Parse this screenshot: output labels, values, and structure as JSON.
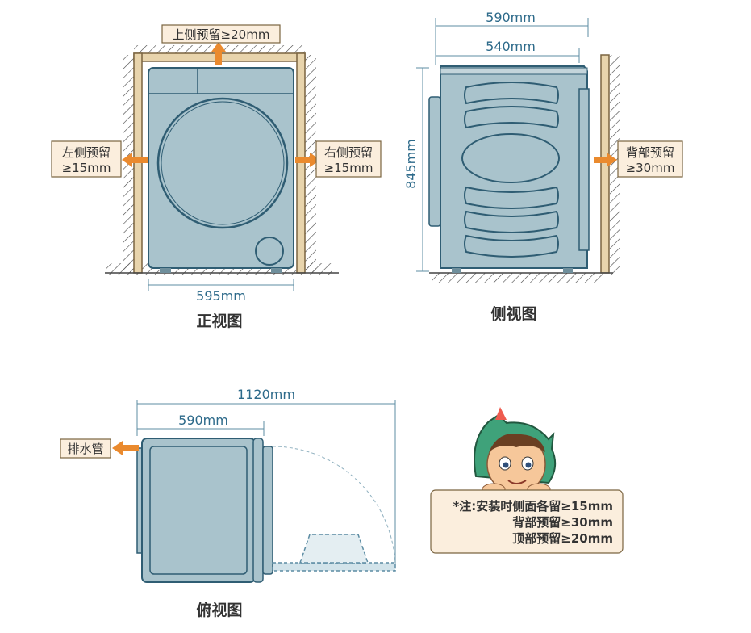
{
  "colors": {
    "machine_fill": "#a9c3cc",
    "machine_stroke": "#2f5d73",
    "wall_fill": "#e8d4ac",
    "wall_stroke": "#7a6440",
    "arrow": "#ea8a2e",
    "dim_line": "#5c8ca3",
    "tag_fill": "#fbeedd",
    "tag_stroke": "#7a6440"
  },
  "front_view": {
    "title": "正视图",
    "top_clearance": "上侧预留≥20mm",
    "left_clearance_1": "左侧预留",
    "left_clearance_2": "≥15mm",
    "right_clearance_1": "右侧预留",
    "right_clearance_2": "≥15mm",
    "width": "595mm"
  },
  "side_view": {
    "title": "侧视图",
    "depth_total": "590mm",
    "depth_body": "540mm",
    "height": "845mm",
    "back_clearance_1": "背部预留",
    "back_clearance_2": "≥30mm"
  },
  "top_view": {
    "title": "俯视图",
    "door_open_depth": "1120mm",
    "depth": "590mm",
    "drain": "排水管"
  },
  "note": {
    "line1": "*注:安装时侧面各留≥15mm",
    "line2": "背部预留≥30mm",
    "line3": "顶部预留≥20mm"
  },
  "mascot_icon": "cartoon-boy-mascot-icon"
}
